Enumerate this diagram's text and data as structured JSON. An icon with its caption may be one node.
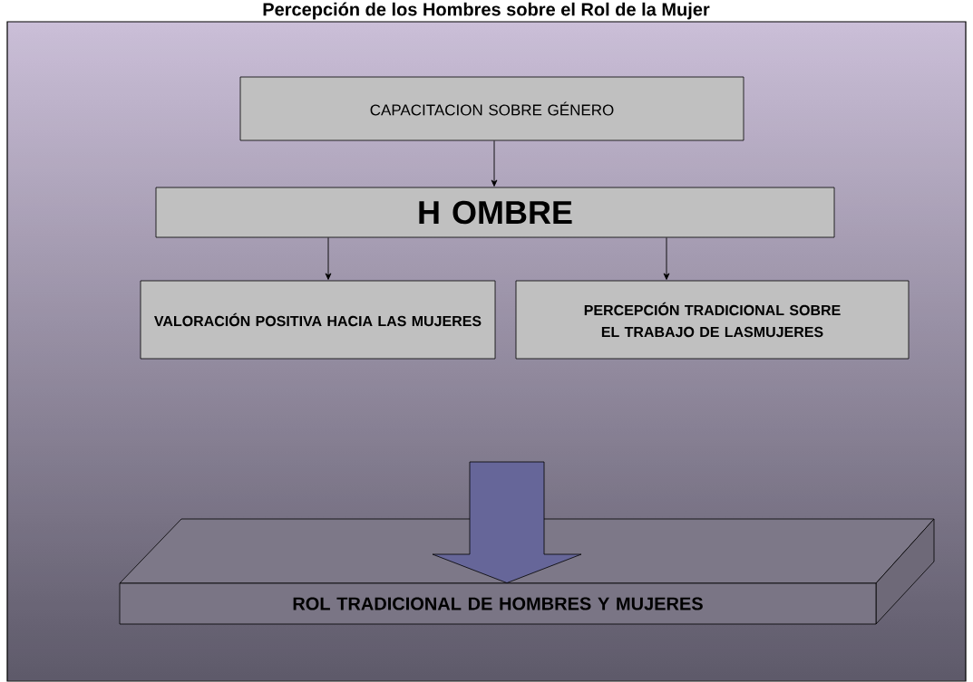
{
  "diagram": {
    "title": "Percepción de los Hombres sobre el Rol de la Mujer",
    "nodes": [
      {
        "text": [
          "CAPACITACION SOBRE GÉNERO"
        ]
      },
      {
        "text": [
          "H OMBRE"
        ]
      },
      {
        "text": [
          "VALORACIÓN POSITIVA HACIA LAS MUJERES"
        ]
      },
      {
        "text": [
          "PERCEPCIÓN TRADICIONAL SOBRE EL TRABAJO DE LASMUJERES"
        ]
      },
      {
        "text": [
          "ROL TRADICIONAL DE HOMBRES Y MUJERES"
        ]
      }
    ],
    "edges": [
      {
        "from": 0,
        "to": 1,
        "arrow": "to"
      },
      {
        "from": 1,
        "to": 2,
        "arrow": "to"
      },
      {
        "from": 1,
        "to": 3,
        "arrow": "to"
      },
      {
        "from": null,
        "to": 4,
        "arrow": "to",
        "style": "thick",
        "color": "#666699"
      }
    ]
  }
}
